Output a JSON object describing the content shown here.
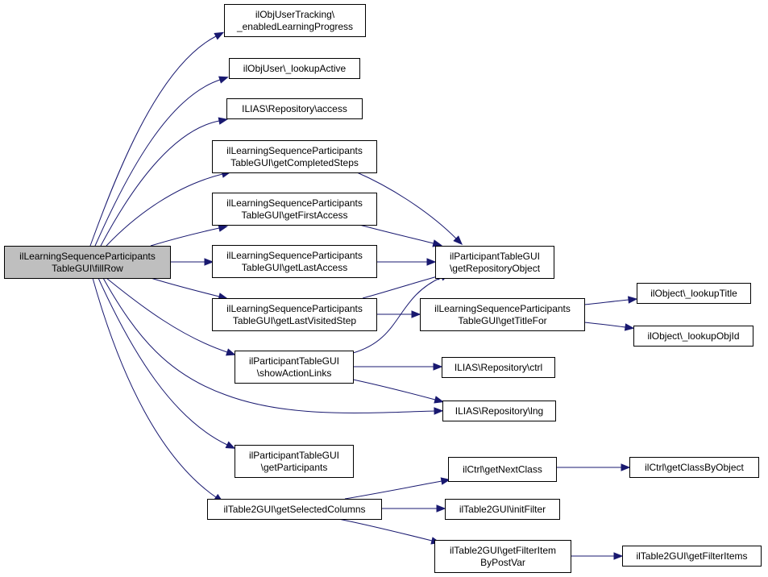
{
  "diagram": {
    "type": "call-graph",
    "colors": {
      "edge": "#191970",
      "root_fill": "#bfbfbf",
      "node_fill": "#ffffff",
      "node_border": "#000000"
    },
    "root": "fillRow",
    "nodes": [
      {
        "id": "fillRow",
        "lines": [
          "ilLearningSequenceParticipants",
          "TableGUI\\fillRow"
        ],
        "root": true
      },
      {
        "id": "enabledLP",
        "lines": [
          "ilObjUserTracking\\",
          "_enabledLearningProgress"
        ]
      },
      {
        "id": "lookupActive",
        "lines": [
          "ilObjUser\\_lookupActive"
        ]
      },
      {
        "id": "access",
        "lines": [
          "ILIAS\\Repository\\access"
        ]
      },
      {
        "id": "getCompletedSteps",
        "lines": [
          "ilLearningSequenceParticipants",
          "TableGUI\\getCompletedSteps"
        ]
      },
      {
        "id": "getFirstAccess",
        "lines": [
          "ilLearningSequenceParticipants",
          "TableGUI\\getFirstAccess"
        ]
      },
      {
        "id": "getLastAccess",
        "lines": [
          "ilLearningSequenceParticipants",
          "TableGUI\\getLastAccess"
        ]
      },
      {
        "id": "getLastVisitedStep",
        "lines": [
          "ilLearningSequenceParticipants",
          "TableGUI\\getLastVisitedStep"
        ]
      },
      {
        "id": "showActionLinks",
        "lines": [
          "ilParticipantTableGUI",
          "\\showActionLinks"
        ]
      },
      {
        "id": "getParticipants",
        "lines": [
          "ilParticipantTableGUI",
          "\\getParticipants"
        ]
      },
      {
        "id": "getSelectedColumns",
        "lines": [
          "ilTable2GUI\\getSelectedColumns"
        ]
      },
      {
        "id": "getRepositoryObject",
        "lines": [
          "ilParticipantTableGUI",
          "\\getRepositoryObject"
        ]
      },
      {
        "id": "getTitleFor",
        "lines": [
          "ilLearningSequenceParticipants",
          "TableGUI\\getTitleFor"
        ]
      },
      {
        "id": "lookupTitle",
        "lines": [
          "ilObject\\_lookupTitle"
        ]
      },
      {
        "id": "lookupObjId",
        "lines": [
          "ilObject\\_lookupObjId"
        ]
      },
      {
        "id": "ctrl",
        "lines": [
          "ILIAS\\Repository\\ctrl"
        ]
      },
      {
        "id": "lng",
        "lines": [
          "ILIAS\\Repository\\lng"
        ]
      },
      {
        "id": "getNextClass",
        "lines": [
          "ilCtrl\\getNextClass"
        ]
      },
      {
        "id": "getClassByObject",
        "lines": [
          "ilCtrl\\getClassByObject"
        ]
      },
      {
        "id": "initFilter",
        "lines": [
          "ilTable2GUI\\initFilter"
        ]
      },
      {
        "id": "getFilterItemByPostVar",
        "lines": [
          "ilTable2GUI\\getFilterItem",
          "ByPostVar"
        ]
      },
      {
        "id": "getFilterItems",
        "lines": [
          "ilTable2GUI\\getFilterItems"
        ]
      }
    ],
    "edges": [
      {
        "from": "fillRow",
        "to": "enabledLP"
      },
      {
        "from": "fillRow",
        "to": "lookupActive"
      },
      {
        "from": "fillRow",
        "to": "access"
      },
      {
        "from": "fillRow",
        "to": "getCompletedSteps"
      },
      {
        "from": "fillRow",
        "to": "getFirstAccess"
      },
      {
        "from": "fillRow",
        "to": "getLastAccess"
      },
      {
        "from": "fillRow",
        "to": "getLastVisitedStep"
      },
      {
        "from": "fillRow",
        "to": "showActionLinks"
      },
      {
        "from": "fillRow",
        "to": "lng"
      },
      {
        "from": "fillRow",
        "to": "getParticipants"
      },
      {
        "from": "fillRow",
        "to": "getSelectedColumns"
      },
      {
        "from": "getCompletedSteps",
        "to": "getRepositoryObject"
      },
      {
        "from": "getFirstAccess",
        "to": "getRepositoryObject"
      },
      {
        "from": "getLastAccess",
        "to": "getRepositoryObject"
      },
      {
        "from": "getLastVisitedStep",
        "to": "getRepositoryObject"
      },
      {
        "from": "getLastVisitedStep",
        "to": "getTitleFor"
      },
      {
        "from": "showActionLinks",
        "to": "getRepositoryObject"
      },
      {
        "from": "showActionLinks",
        "to": "ctrl"
      },
      {
        "from": "showActionLinks",
        "to": "lng"
      },
      {
        "from": "getTitleFor",
        "to": "lookupTitle"
      },
      {
        "from": "getTitleFor",
        "to": "lookupObjId"
      },
      {
        "from": "getSelectedColumns",
        "to": "getNextClass"
      },
      {
        "from": "getSelectedColumns",
        "to": "initFilter"
      },
      {
        "from": "getSelectedColumns",
        "to": "getFilterItemByPostVar"
      },
      {
        "from": "getNextClass",
        "to": "getClassByObject"
      },
      {
        "from": "getFilterItemByPostVar",
        "to": "getFilterItems"
      }
    ]
  }
}
